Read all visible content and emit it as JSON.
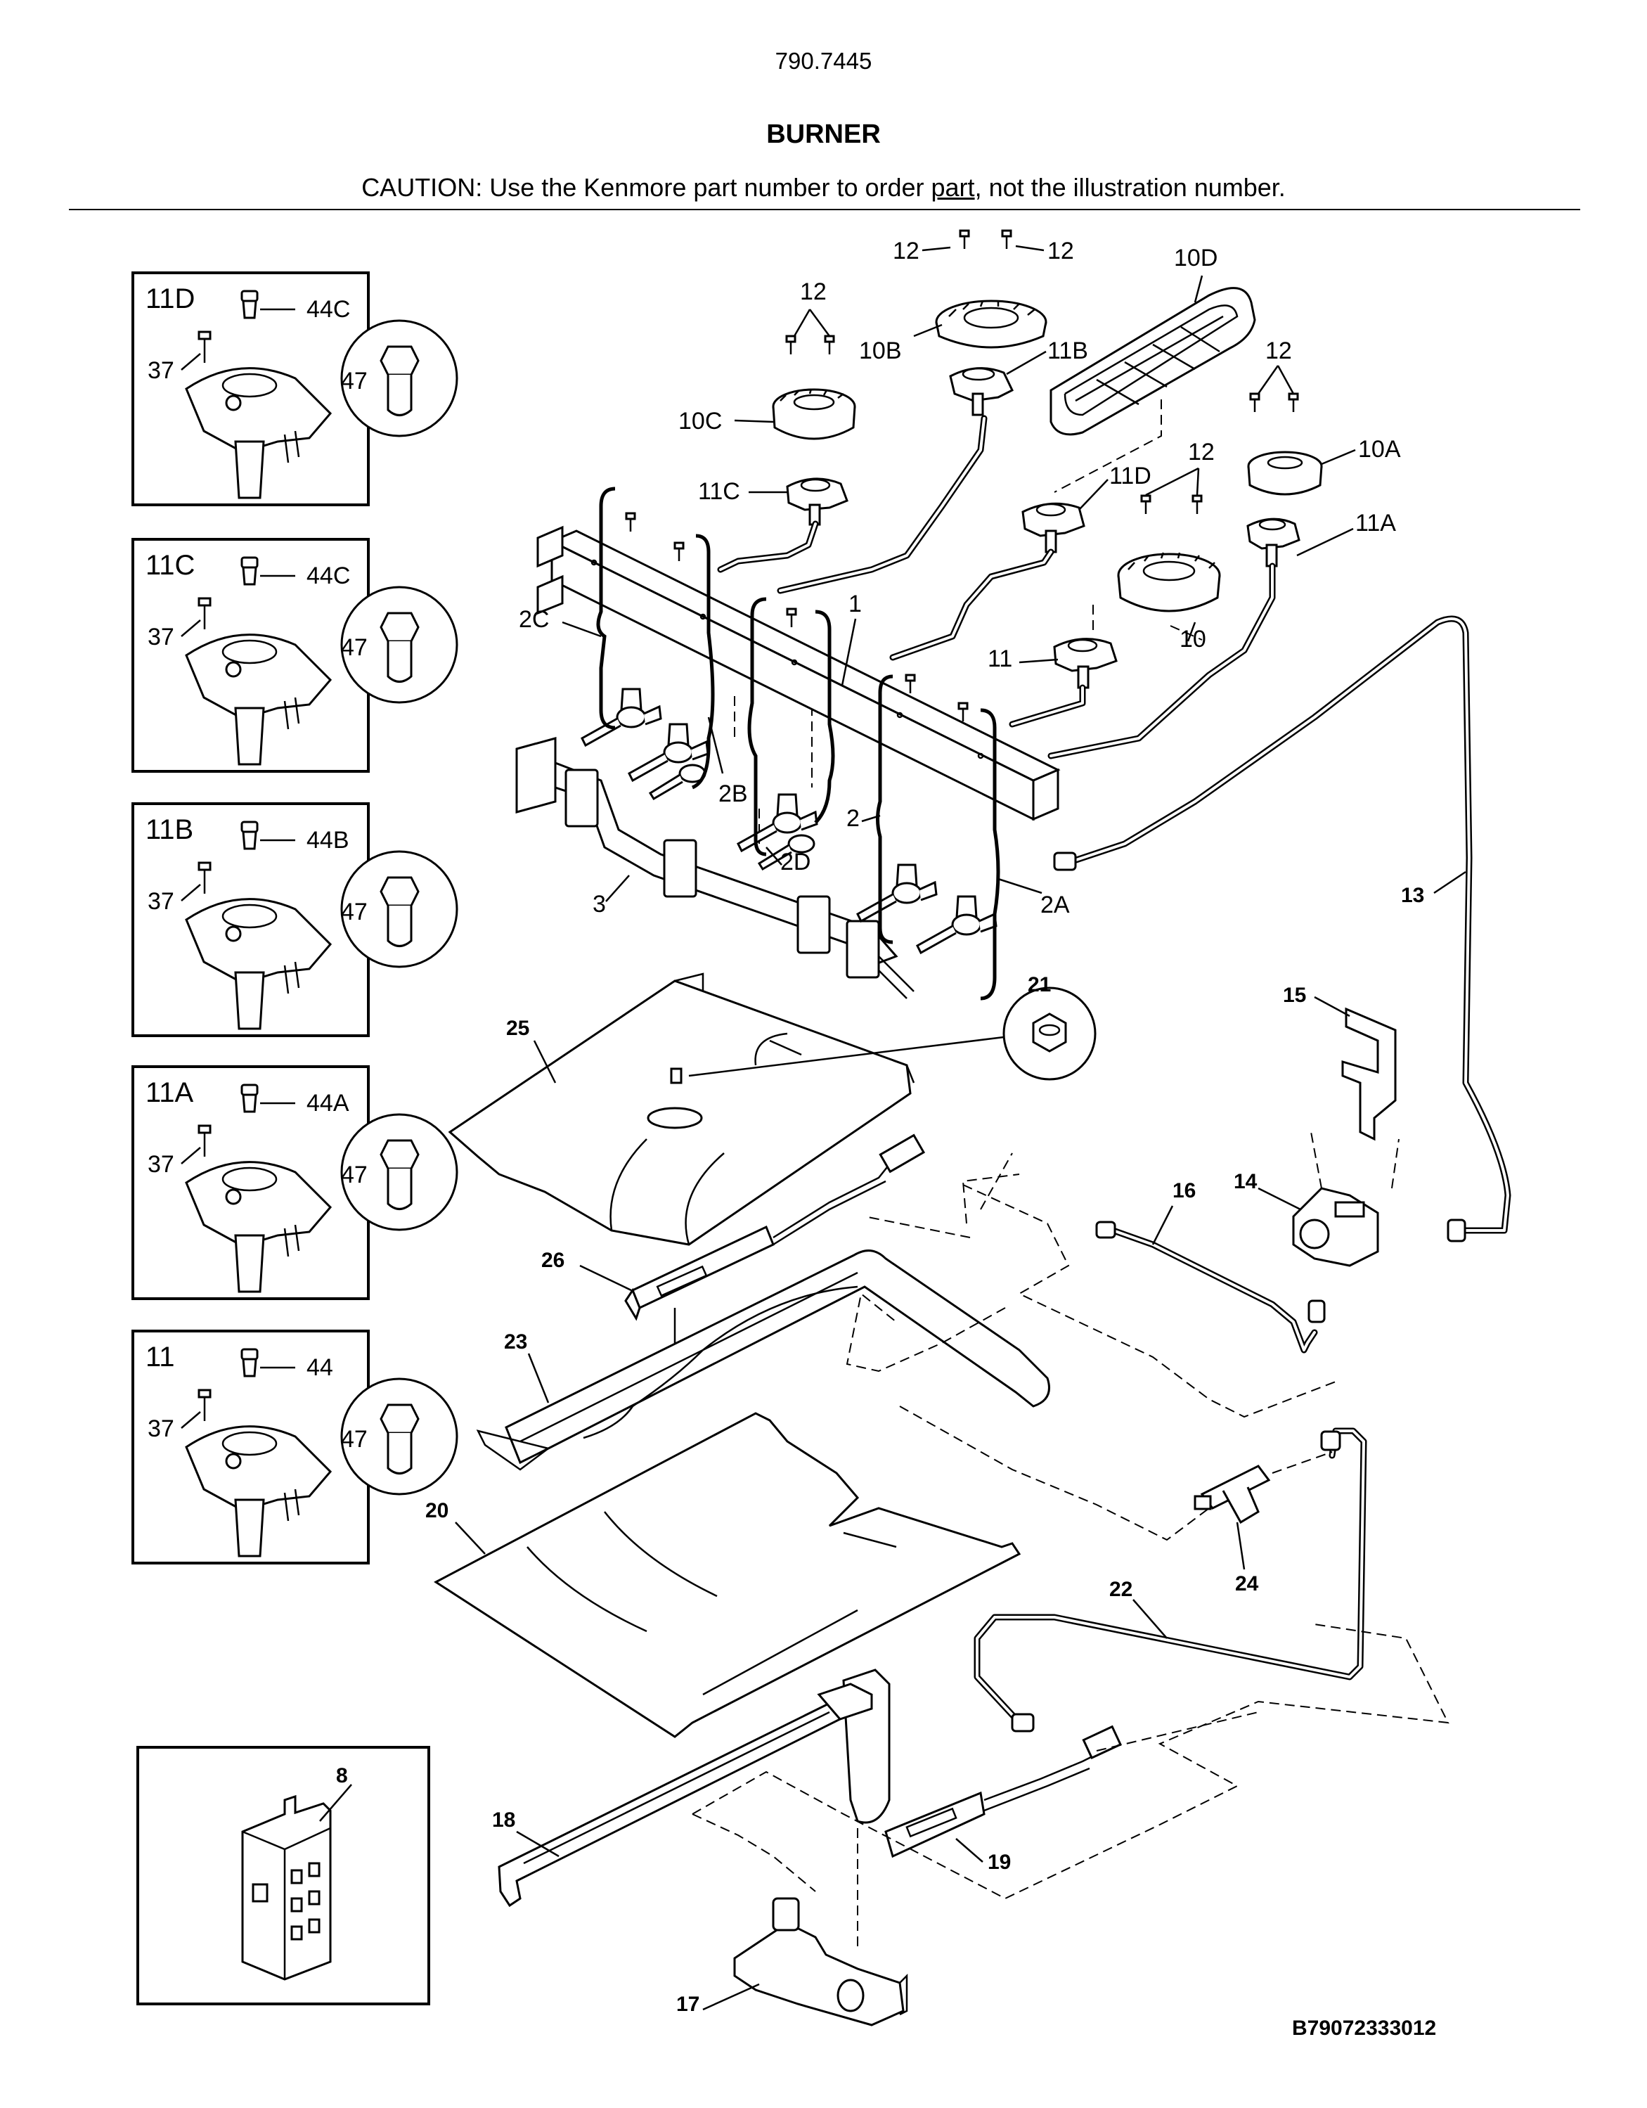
{
  "header": {
    "model_number": "790.7445",
    "title": "BURNER",
    "caution_prefix": "CAUTION: Use the Kenmore part number to order ",
    "caution_link": "part",
    "caution_suffix": ", not the illustration number."
  },
  "document_number": "B79072333012",
  "insets": [
    {
      "label": "11D",
      "screw": "37",
      "cap": "44C",
      "orifice": "47"
    },
    {
      "label": "11C",
      "screw": "37",
      "cap": "44C",
      "orifice": "47"
    },
    {
      "label": "11B",
      "screw": "37",
      "cap": "44B",
      "orifice": "47"
    },
    {
      "label": "11A",
      "screw": "37",
      "cap": "44A",
      "orifice": "47"
    },
    {
      "label": "11",
      "screw": "37",
      "cap": "44",
      "orifice": "47"
    }
  ],
  "spark_module": {
    "label": "8"
  },
  "callouts": {
    "p1": "1",
    "p2": "2",
    "p2A": "2A",
    "p2B": "2B",
    "p2C": "2C",
    "p2D": "2D",
    "p3": "3",
    "p10": "10",
    "p10A": "10A",
    "p10B": "10B",
    "p10C": "10C",
    "p10D": "10D",
    "p11": "11",
    "p11A": "11A",
    "p11B": "11B",
    "p11C": "11C",
    "p11D": "11D",
    "p12a": "12",
    "p12b": "12",
    "p12c": "12",
    "p12d": "12",
    "p12e": "12",
    "p13": "13",
    "p14": "14",
    "p15": "15",
    "p16": "16",
    "p17": "17",
    "p18": "18",
    "p19": "19",
    "p20": "20",
    "p21": "21",
    "p22": "22",
    "p23": "23",
    "p24": "24",
    "p25": "25",
    "p26": "26"
  }
}
